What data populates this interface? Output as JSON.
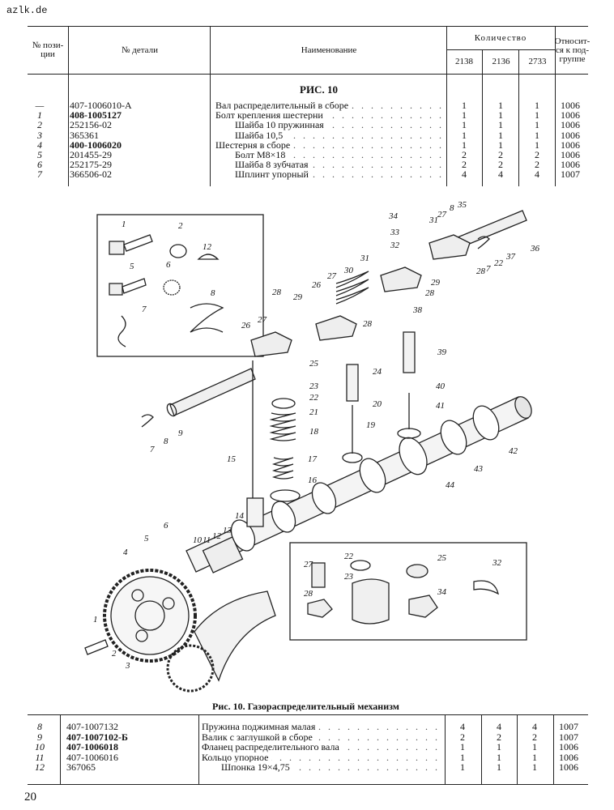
{
  "site_label": "azlk.de",
  "page_number": "20",
  "header": {
    "pos": "№ пози-ции",
    "part": "№ детали",
    "name": "Наименование",
    "qty": "Количество",
    "q1": "2138",
    "q2": "2136",
    "q3": "2733",
    "group": "Относит-ся к под-группе"
  },
  "figure_title": "РИС. 10",
  "top_rows": [
    {
      "pos": "—",
      "part": "407-1006010-А",
      "bold": false,
      "name": "Вал распределительный в сборе",
      "indent": 0,
      "q1": "1",
      "q2": "1",
      "q3": "1",
      "group": "1006"
    },
    {
      "pos": "1",
      "part": "408-1005127",
      "bold": true,
      "name": "Болт крепления шестерни",
      "indent": 0,
      "q1": "1",
      "q2": "1",
      "q3": "1",
      "group": "1006"
    },
    {
      "pos": "2",
      "part": "252156-02",
      "bold": false,
      "name": "Шайба 10 пружинная",
      "indent": 1,
      "q1": "1",
      "q2": "1",
      "q3": "1",
      "group": "1006"
    },
    {
      "pos": "3",
      "part": "365361",
      "bold": false,
      "name": "Шайба 10,5",
      "indent": 1,
      "q1": "1",
      "q2": "1",
      "q3": "1",
      "group": "1006"
    },
    {
      "pos": "4",
      "part": "400-1006020",
      "bold": true,
      "name": "Шестерня в сборе",
      "indent": 0,
      "q1": "1",
      "q2": "1",
      "q3": "1",
      "group": "1006"
    },
    {
      "pos": "5",
      "part": "201455-29",
      "bold": false,
      "name": "Болт М8×18",
      "indent": 1,
      "q1": "2",
      "q2": "2",
      "q3": "2",
      "group": "1006"
    },
    {
      "pos": "6",
      "part": "252175-29",
      "bold": false,
      "name": "Шайба 8 зубчатая",
      "indent": 1,
      "q1": "2",
      "q2": "2",
      "q3": "2",
      "group": "1006"
    },
    {
      "pos": "7",
      "part": "366506-02",
      "bold": false,
      "name": "Шплинт упорный",
      "indent": 1,
      "q1": "4",
      "q2": "4",
      "q3": "4",
      "group": "1007"
    }
  ],
  "caption": "Рис. 10. Газораспределительный механизм",
  "bottom_rows": [
    {
      "pos": "8",
      "part": "407-1007132",
      "bold": false,
      "name": "Пружина поджимная малая",
      "indent": 0,
      "q1": "4",
      "q2": "4",
      "q3": "4",
      "group": "1007"
    },
    {
      "pos": "9",
      "part": "407-1007102-Б",
      "bold": true,
      "name": "Валик с заглушкой в сборе",
      "indent": 0,
      "q1": "2",
      "q2": "2",
      "q3": "2",
      "group": "1007"
    },
    {
      "pos": "10",
      "part": "407-1006018",
      "bold": true,
      "name": "Фланец распределительного вала",
      "indent": 0,
      "q1": "1",
      "q2": "1",
      "q3": "1",
      "group": "1006"
    },
    {
      "pos": "11",
      "part": "407-1006016",
      "bold": false,
      "name": "Кольцо упорное",
      "indent": 0,
      "q1": "1",
      "q2": "1",
      "q3": "1",
      "group": "1006"
    },
    {
      "pos": "12",
      "part": "367065",
      "bold": false,
      "name": "Шпонка 19×4,75",
      "indent": 1,
      "q1": "1",
      "q2": "1",
      "q3": "1",
      "group": "1006"
    }
  ],
  "callouts": [
    "1",
    "2",
    "3",
    "4",
    "5",
    "6",
    "7",
    "8",
    "9",
    "10",
    "11",
    "12",
    "13",
    "14",
    "15",
    "16",
    "17",
    "18",
    "19",
    "20",
    "21",
    "22",
    "23",
    "24",
    "25",
    "26",
    "27",
    "28",
    "29",
    "30",
    "31",
    "32",
    "33",
    "34",
    "35",
    "36",
    "37",
    "38",
    "39",
    "40",
    "41",
    "42",
    "43",
    "44"
  ]
}
